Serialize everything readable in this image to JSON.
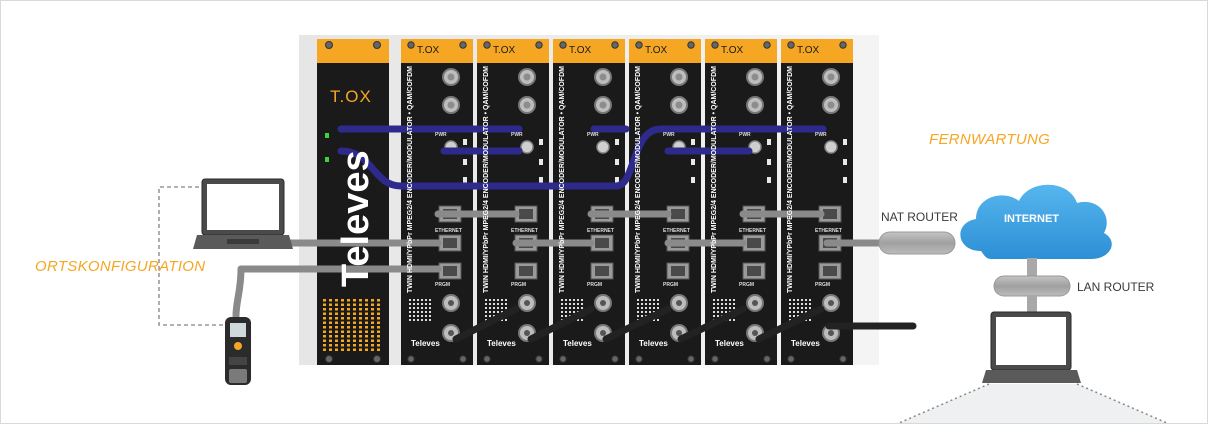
{
  "labels": {
    "local_config": "ORTSKONFIGURATION",
    "remote_maintenance": "FERNWARTUNG",
    "nat_router": "NAT ROUTER",
    "internet": "INTERNET",
    "lan_router": "LAN ROUTER"
  },
  "headend": {
    "brand_logo": "T.OX",
    "brand_name": "Televes"
  },
  "module": {
    "logo": "T.OX",
    "vertical_text": "TWIN HDMI/YPbPr MPEG2/4 ENCODER/MODULATOR • QAM/COFDM",
    "port_pwr": "PWR",
    "port_ethernet": "ETHERNET",
    "port_prgm": "PRGM",
    "brand": "Televes",
    "count": 6
  },
  "colors": {
    "accent_orange": "#f5a623",
    "module_black": "#1a1a1a",
    "coax_purple": "#2e2a8c",
    "ethernet_grey": "#8a8a8a",
    "cloud_blue": "#3aa0e0"
  },
  "icons": {
    "laptop": "laptop-icon",
    "remote": "handheld-programmer-icon",
    "cloud": "cloud-icon",
    "router": "router-icon"
  }
}
